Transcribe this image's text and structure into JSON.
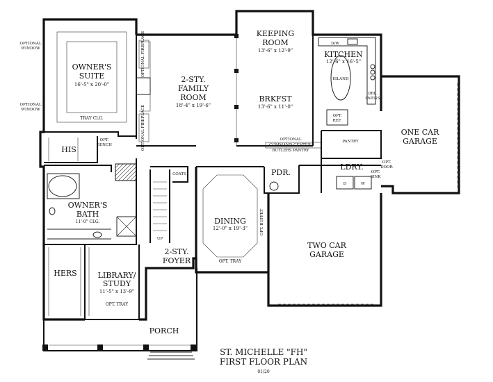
{
  "plan": {
    "title_line1": "ST. MICHELLE \"FH\"",
    "title_line2": "FIRST FLOOR PLAN",
    "revision": "01/20"
  },
  "rooms": {
    "owners_suite": {
      "name1": "OWNER'S",
      "name2": "SUITE",
      "dims": "16'-5\" x 20'-0\"",
      "note": "TRAY CLG."
    },
    "family_room": {
      "name1": "2-STY.",
      "name2": "FAMILY",
      "name3": "ROOM",
      "dims": "18'-4\" x 19'-6\""
    },
    "keeping_room": {
      "name1": "KEEPING",
      "name2": "ROOM",
      "dims": "13'-6\" x 12'-9\""
    },
    "breakfast": {
      "name": "BRKFST",
      "dims": "13'-6\" x 11'-0\""
    },
    "kitchen": {
      "name": "KITCHEN",
      "dims": "12'-6\" x 16'-5\""
    },
    "one_car": {
      "name1": "ONE CAR",
      "name2": "GARAGE"
    },
    "his": {
      "name": "HIS"
    },
    "pdr": {
      "name": "PDR."
    },
    "laundry": {
      "name": "LDRY."
    },
    "owners_bath": {
      "name1": "OWNER'S",
      "name2": "BATH",
      "note": "11'-0\" CLG."
    },
    "dining": {
      "name": "DINING",
      "dims": "12'-0\" x 19'-3\"",
      "note": "OPT. TRAY"
    },
    "two_car": {
      "name1": "TWO CAR",
      "name2": "GARAGE"
    },
    "foyer": {
      "name1": "2-STY.",
      "name2": "FOYER"
    },
    "hers": {
      "name": "HERS"
    },
    "library": {
      "name1": "LIBRARY/",
      "name2": "STUDY",
      "dims": "11'-5\" x 13'-9\"",
      "note": "OPT. TRAY"
    },
    "porch": {
      "name": "PORCH"
    }
  },
  "notes": {
    "optional_window": "OPTIONAL",
    "optional_window_2": "WINDOW",
    "opt_bench_1": "OPT.",
    "opt_bench_2": "BENCH",
    "island": "ISLAND",
    "dbl_ovens_1": "DBL.",
    "dbl_ovens_2": "OVENS",
    "opt_ref_1": "OPT.",
    "opt_ref_2": "REF.",
    "pantry": "PANTRY",
    "command_1": "OPTIONAL",
    "command_2": "COMMAND CENTER/",
    "command_3": "BUTLERS PANTRY",
    "opt_door_1": "OPT.",
    "opt_door_2": "DOOR",
    "opt_sink_1": "OPT.",
    "opt_sink_2": "SINK",
    "coats": "COATS",
    "opt_buffet": "OPT. BUFFET",
    "optional_fireplace": "OPTIONAL FIREPLACE",
    "dw": "D/W",
    "washer": "W",
    "dryer": "D",
    "up": "UP"
  }
}
